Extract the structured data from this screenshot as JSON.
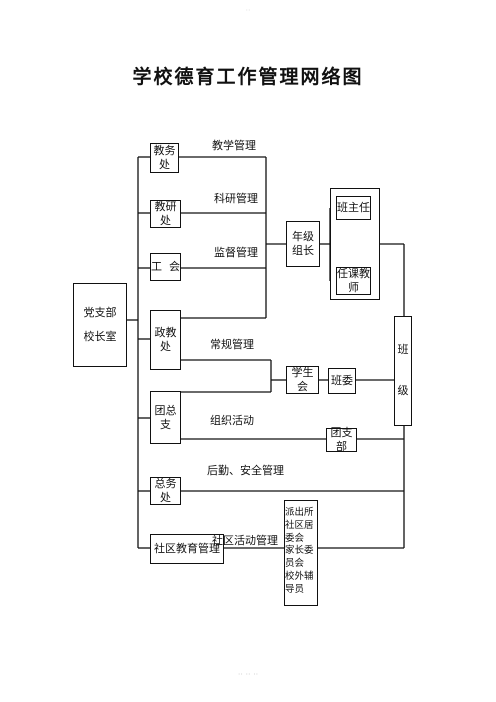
{
  "title": "学校德育工作管理网络图",
  "header_mark": "··",
  "footer_mark": "·· ·· ··",
  "root": {
    "line1": "党支部",
    "line2": "校长室"
  },
  "departments": [
    {
      "id": "jiaowu",
      "name": "教务处",
      "label": "教学管理"
    },
    {
      "id": "jiaoyan",
      "name": "教研处",
      "label": "科研管理"
    },
    {
      "id": "gonghui",
      "name": "工  会",
      "label": "监督管理"
    },
    {
      "id": "zhengjiao",
      "name": "政教处",
      "label": "常规管理"
    },
    {
      "id": "tuanzongzhi",
      "name": "团总支",
      "label": "组织活动"
    },
    {
      "id": "zongwu",
      "name": "总务处",
      "label": "后勤、安全管理"
    },
    {
      "id": "shequ",
      "name": "社区教育管理",
      "label": "社区活动管理"
    }
  ],
  "nodes": {
    "nianjizuzhang": "年级组长",
    "banzhuren": "班主任",
    "renkejiaoshi": "任课教师",
    "xueshenghui": "学生会",
    "banwei": "班委",
    "tuanzhibu": "团支部",
    "banji": [
      "班",
      "级"
    ],
    "community": "派出所\n社区居委会\n家长委员会\n校外辅导员"
  }
}
